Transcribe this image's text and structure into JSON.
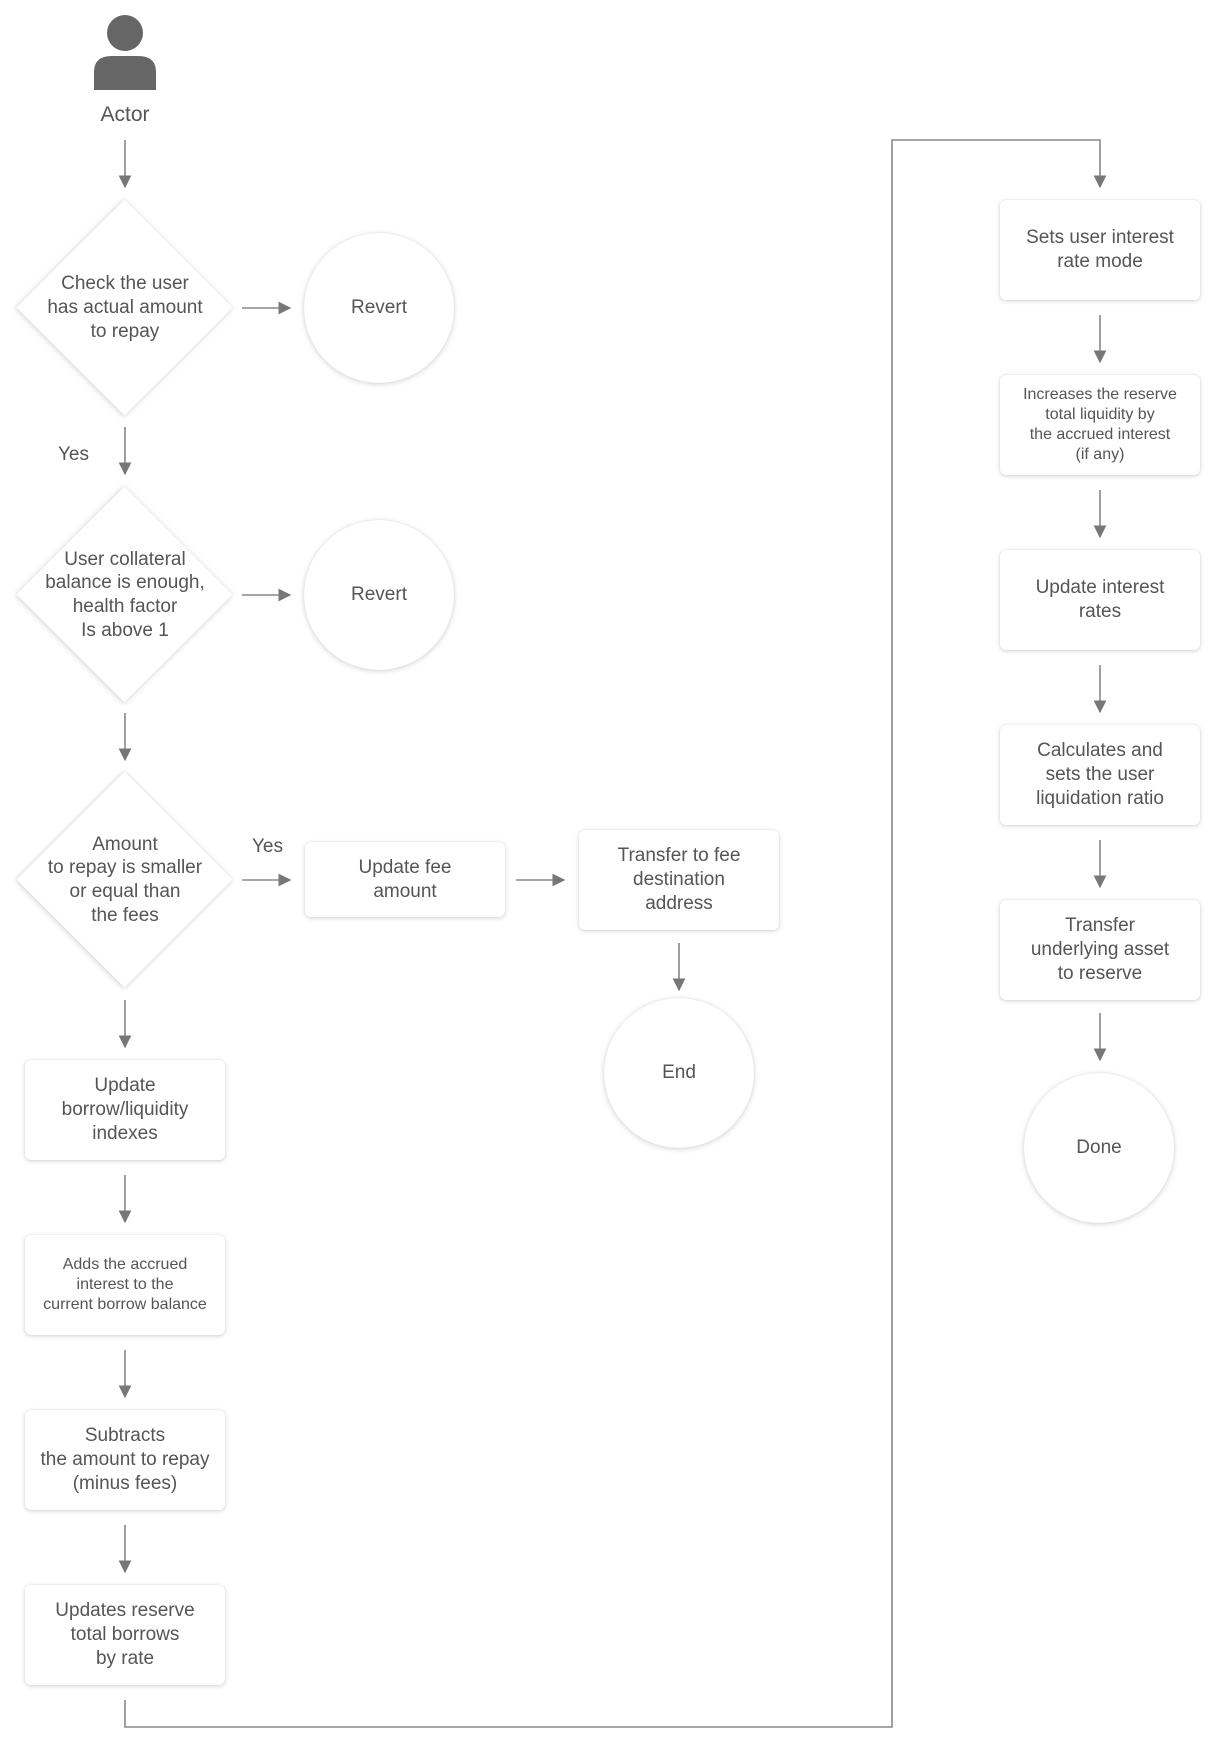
{
  "actor": {
    "label": "Actor"
  },
  "labels": {
    "yes_1": "Yes",
    "yes_2": "Yes"
  },
  "decisions": {
    "check_amount": "Check the user\nhas actual amount\nto repay",
    "collateral": "User collateral\nbalance is enough,\nhealth factor\nIs above 1",
    "fees": "Amount\nto repay is smaller\nor equal than\nthe fees"
  },
  "terminals": {
    "revert_1": "Revert",
    "revert_2": "Revert",
    "end": "End",
    "done": "Done"
  },
  "steps": {
    "update_fee": "Update fee\namount",
    "transfer_fee": "Transfer to fee\ndestination\naddress",
    "update_indexes": "Update\nborrow/liquidity\nindexes",
    "adds_interest": "Adds the accrued\ninterest to the\ncurrent borrow balance",
    "subtracts": "Subtracts\nthe amount to repay\n(minus fees)",
    "updates_reserve": "Updates reserve\ntotal borrows\nby rate",
    "sets_rate_mode": "Sets user interest\nrate mode",
    "increases_liquidity": "Increases the reserve\ntotal liquidity by\nthe accrued interest\n(if any)",
    "update_rates": "Update interest\nrates",
    "calc_ratio": "Calculates and\nsets the user\nliquidation ratio",
    "transfer_asset": "Transfer\nunderlying asset\nto reserve"
  }
}
